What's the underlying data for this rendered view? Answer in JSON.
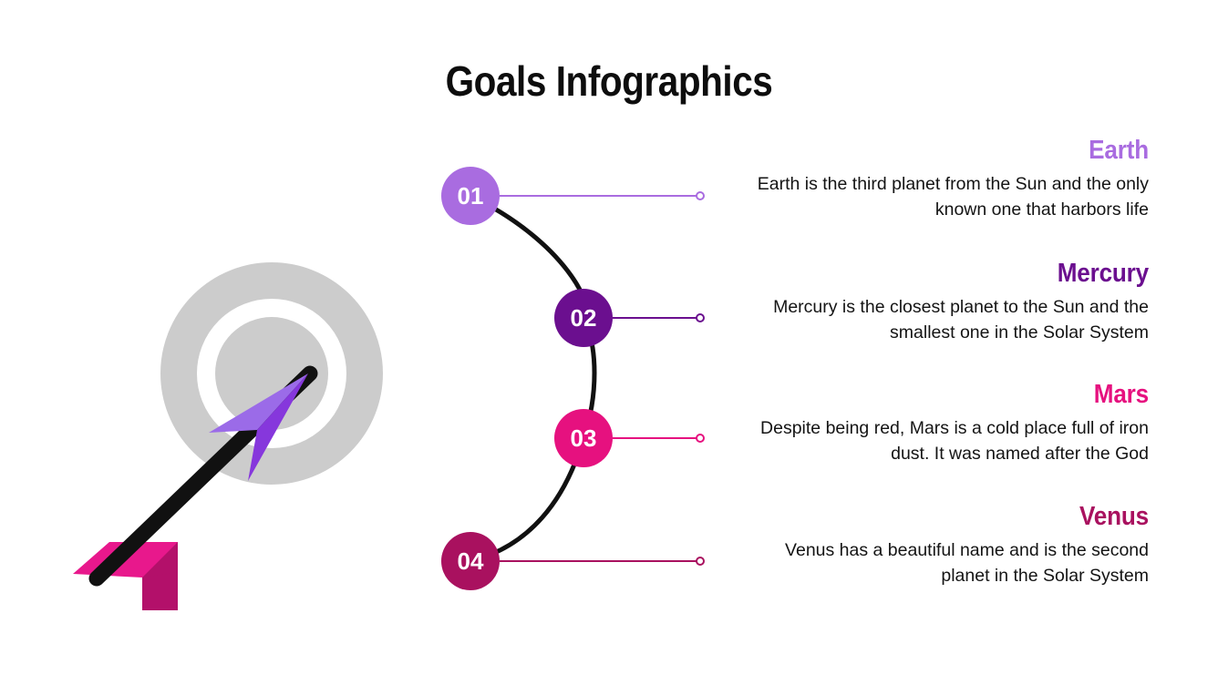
{
  "title": "Goals Infographics",
  "colors": {
    "step_01": "#a96ce0",
    "step_02": "#6b0f8f",
    "step_03": "#e6117f",
    "step_04": "#a9115f",
    "curve": "#111111",
    "target_ring": "#cccccc",
    "arrow_shaft": "#111111",
    "arrow_head_light": "#9b6be8",
    "arrow_head_dark": "#8637dc",
    "fletch_light": "#e8188c",
    "fletch_dark": "#b3106a",
    "body_text": "#141414"
  },
  "steps": [
    {
      "number": "01",
      "heading": "Earth",
      "body": "Earth is the third planet from the Sun and the only known one that harbors life",
      "color": "#a96ce0"
    },
    {
      "number": "02",
      "heading": "Mercury",
      "body": "Mercury is the closest planet to the Sun and the smallest one in the Solar System",
      "color": "#6b0f8f"
    },
    {
      "number": "03",
      "heading": "Mars",
      "body": "Despite being red, Mars is a cold place full of iron dust. It was named after the God",
      "color": "#e6117f"
    },
    {
      "number": "04",
      "heading": "Venus",
      "body": "Venus has a beautiful name and is the second planet in the Solar System",
      "color": "#a9115f"
    }
  ],
  "illustration": {
    "name": "target-with-arrow",
    "target_rings": 2,
    "arrow_direction": "up-right"
  }
}
